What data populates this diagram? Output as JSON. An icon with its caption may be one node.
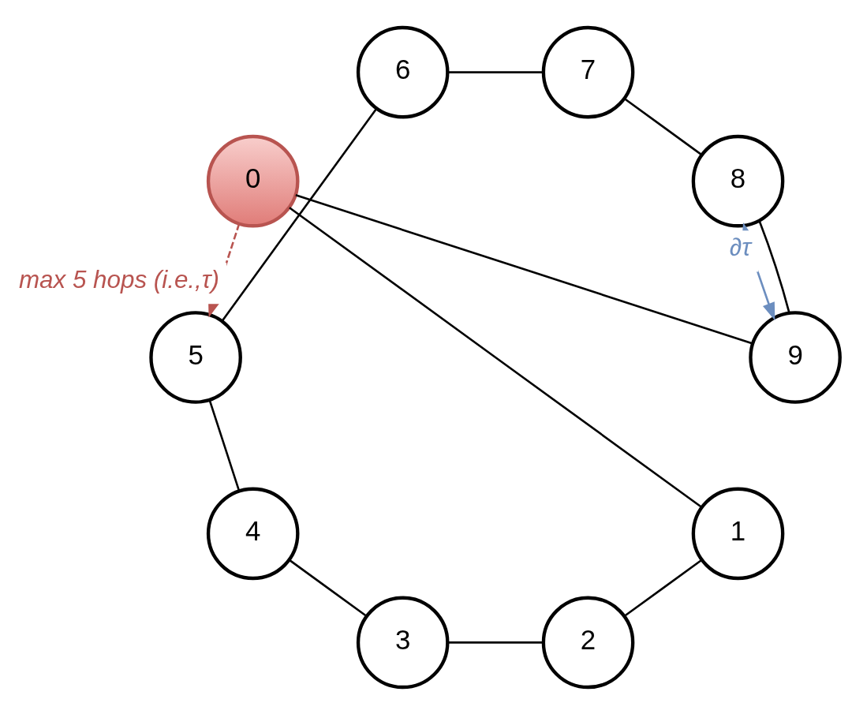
{
  "diagram": {
    "nodes": [
      {
        "text": [
          "0"
        ]
      },
      {
        "text": [
          "1"
        ]
      },
      {
        "text": [
          "2"
        ]
      },
      {
        "text": [
          "3"
        ]
      },
      {
        "text": [
          "4"
        ]
      },
      {
        "text": [
          "5"
        ]
      },
      {
        "text": [
          "6"
        ]
      },
      {
        "text": [
          "7"
        ]
      },
      {
        "text": [
          "8"
        ]
      },
      {
        "text": [
          "9"
        ]
      }
    ],
    "edges": [
      {
        "from": 0,
        "to": 1,
        "arrow": "none"
      },
      {
        "from": 1,
        "to": 2,
        "arrow": "none"
      },
      {
        "from": 2,
        "to": 3,
        "arrow": "none"
      },
      {
        "from": 3,
        "to": 4,
        "arrow": "none"
      },
      {
        "from": 4,
        "to": 5,
        "arrow": "none"
      },
      {
        "from": 5,
        "to": 6,
        "arrow": "none"
      },
      {
        "from": 6,
        "to": 7,
        "arrow": "none"
      },
      {
        "from": 7,
        "to": 8,
        "arrow": "none"
      },
      {
        "from": 8,
        "to": 9,
        "arrow": "none"
      },
      {
        "from": 9,
        "to": 0,
        "arrow": "none"
      },
      {
        "from": 0,
        "to": 5,
        "arrow": "to",
        "label": "max 5 hops (i.e.,τ)",
        "style": "dashed",
        "color": "#b85450"
      },
      {
        "from": 9,
        "to": 8,
        "arrow": "both",
        "label": "∂τ",
        "color": "#6c8ebf"
      }
    ]
  }
}
